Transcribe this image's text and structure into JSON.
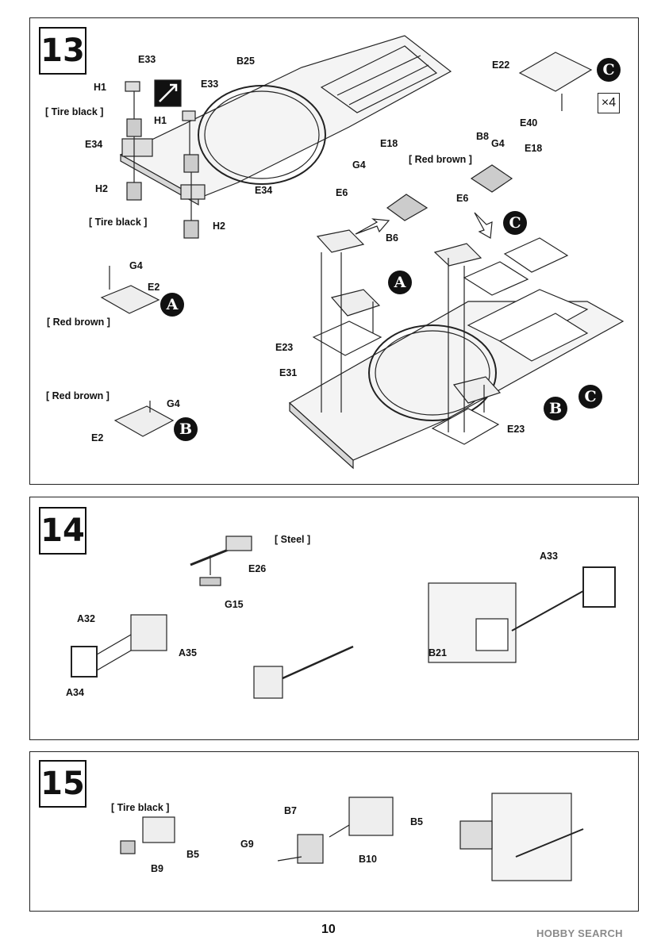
{
  "step13": {
    "number": "13",
    "labels": {
      "e33_a": "E33",
      "h1_a": "H1",
      "tire_black_a": "[ Tire black ]",
      "e34_a": "E34",
      "h2_a": "H2",
      "e33_b": "E33",
      "h1_b": "H1",
      "tire_black_b": "[ Tire black ]",
      "e34_b": "E34",
      "h2_b": "H2",
      "b25": "B25",
      "e22": "E22",
      "e40": "E40",
      "x4": "×4",
      "e18_a": "E18",
      "g4_a": "G4",
      "red_brown_a": "[ Red brown ]",
      "b6": "B6",
      "e6_a": "E6",
      "b8": "B8",
      "g4_b": "G4",
      "e18_b": "E18",
      "e6_b": "E6",
      "g4_c": "G4",
      "e2_a": "E2",
      "red_brown_b": "[ Red brown ]",
      "red_brown_c": "[ Red brown ]",
      "g4_d": "G4",
      "e2_b": "E2",
      "e23_a": "E23",
      "e31": "E31",
      "e23_b": "E23"
    },
    "callouts": {
      "c_top": "C",
      "c_mid": "C",
      "c_low": "C",
      "a_sub": "A",
      "a_main": "A",
      "b_sub": "B",
      "b_main": "B"
    }
  },
  "step14": {
    "number": "14",
    "labels": {
      "steel": "[ Steel ]",
      "e26": "E26",
      "g15": "G15",
      "a33": "A33",
      "a32": "A32",
      "a35": "A35",
      "a34": "A34",
      "b21": "B21"
    }
  },
  "step15": {
    "number": "15",
    "labels": {
      "tire_black": "[ Tire black ]",
      "b5_a": "B5",
      "b9": "B9",
      "b7": "B7",
      "b5_b": "B5",
      "g9": "G9",
      "b10": "B10"
    }
  },
  "footer": {
    "page_number": "10",
    "watermark": "HOBBY SEARCH"
  }
}
